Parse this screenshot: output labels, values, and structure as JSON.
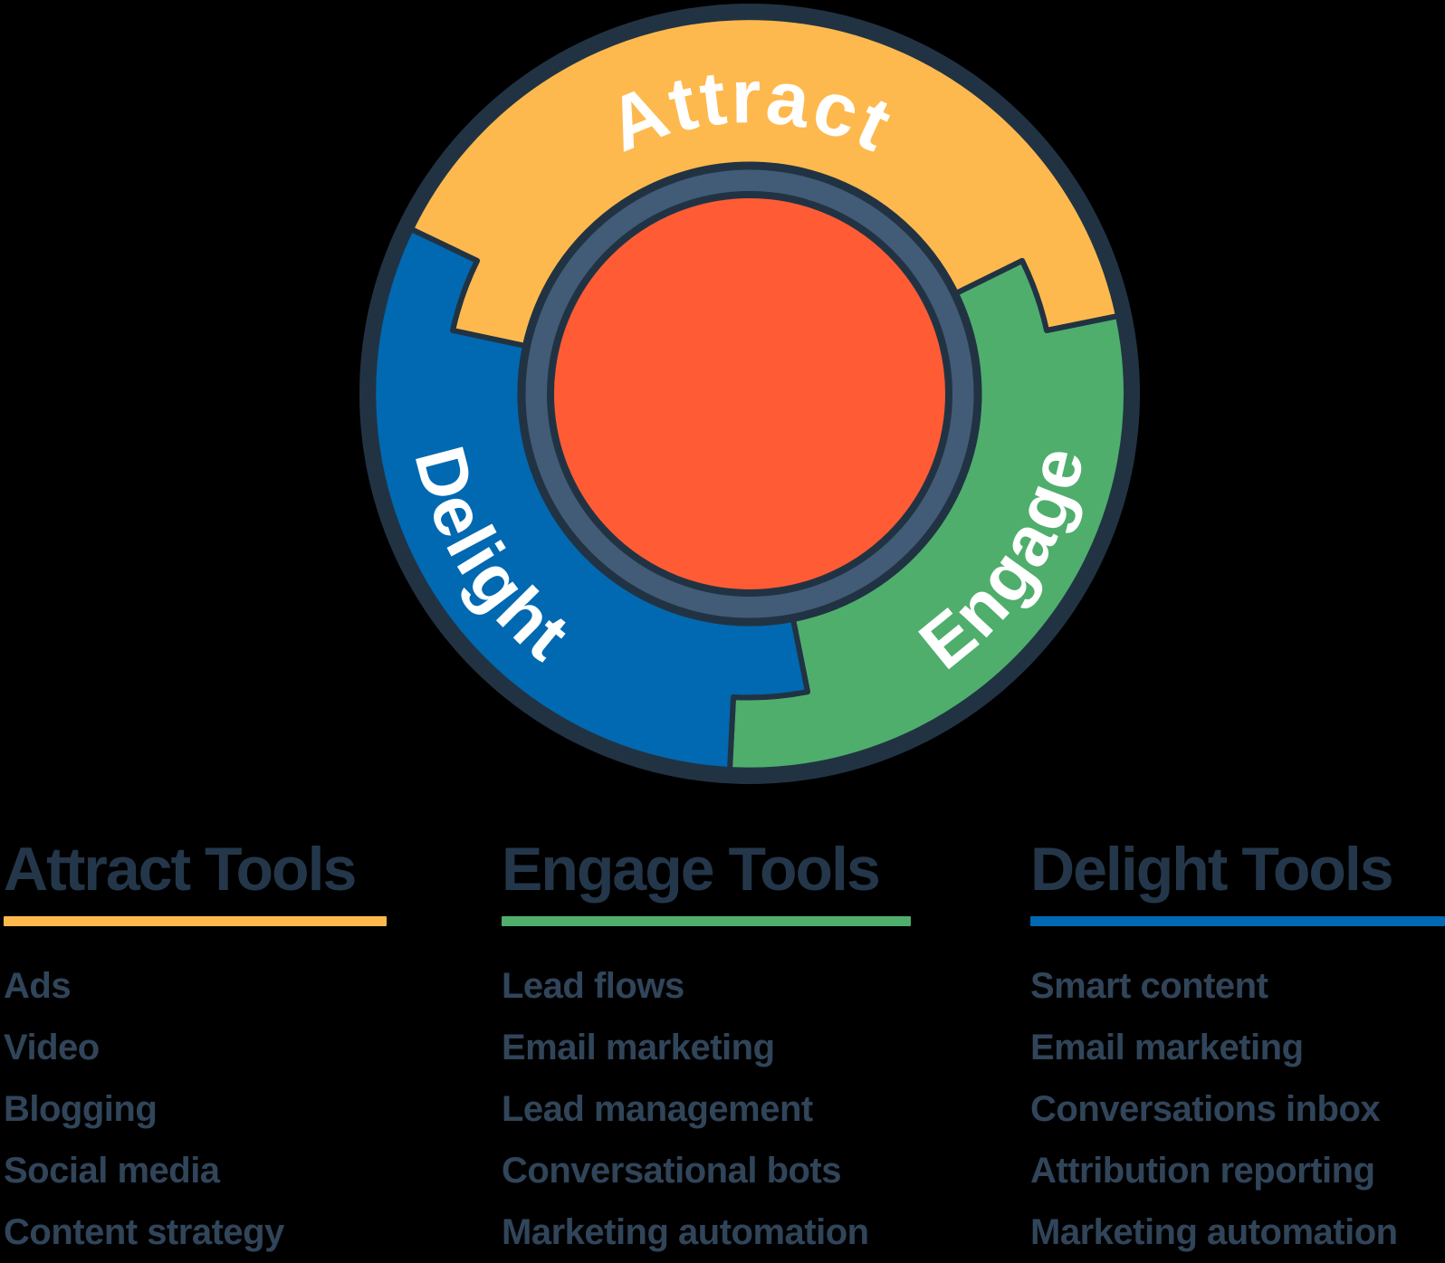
{
  "flywheel": {
    "outline_color": "#213343",
    "ring_color": "#425B76",
    "hub_color": "#FF5C35",
    "segments": [
      {
        "label": "Attract",
        "color": "#FDB94D"
      },
      {
        "label": "Engage",
        "color": "#4FAE6C"
      },
      {
        "label": "Delight",
        "color": "#0069B1"
      }
    ]
  },
  "columns": [
    {
      "title": "Attract Tools",
      "accent": "#FDB94D",
      "items": [
        "Ads",
        "Video",
        "Blogging",
        "Social media",
        "Content strategy"
      ]
    },
    {
      "title": "Engage Tools",
      "accent": "#4FAE6C",
      "items": [
        "Lead flows",
        "Email marketing",
        "Lead management",
        "Conversational bots",
        "Marketing automation"
      ]
    },
    {
      "title": "Delight Tools",
      "accent": "#0069B1",
      "items": [
        "Smart content",
        "Email marketing",
        "Conversations inbox",
        "Attribution reporting",
        "Marketing automation"
      ]
    }
  ]
}
